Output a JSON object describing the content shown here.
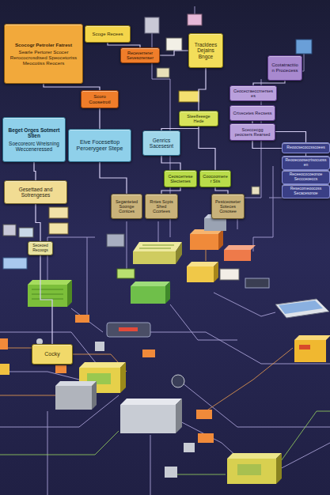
{
  "diagram": {
    "nodes": [
      {
        "text": [
          "Scocogr Petroler Fatrest",
          "Searle Pertorer Scocer Rerococrosdtsed Speocetoriss Meocotiss Reocers"
        ]
      },
      {
        "text": [
          "Scoge Recees"
        ]
      },
      {
        "text": [
          "Receverrerer Sevesorenser"
        ]
      },
      {
        "text": [
          "Tracldees Dejains Bngce"
        ]
      },
      {
        "text": [
          "Ccotatracttion Procecess"
        ]
      },
      {
        "text": [
          "Ceocecraeccmerseses"
        ]
      },
      {
        "text": [
          "Crtvecetes Recsess"
        ]
      },
      {
        "text": [
          "Sceccecgg peocsers Rearsed"
        ]
      },
      {
        "text": [
          "Scoro Coosetrotl"
        ]
      },
      {
        "text": [
          "Beget Orges Sotmert Stien",
          "Soecoreorc Wreisning Wecceneressed"
        ]
      },
      {
        "text": [
          "Eive Focesettop Peroerygeer Stepe"
        ]
      },
      {
        "text": [
          "Genrics Sacesesnt"
        ]
      },
      {
        "text": [
          "Steelfeeege Hede"
        ]
      },
      {
        "text": [
          "Reoocsecoccsscoees"
        ]
      },
      {
        "text": [
          "Reooecoosecrtsocuossen"
        ]
      },
      {
        "text": [
          "Receeococoeonoe Seccceoeccs"
        ]
      },
      {
        "text": [
          "Resecomeoocoss Secacesonoe"
        ]
      },
      {
        "text": [
          "Ceoscerrese Slectemes"
        ]
      },
      {
        "text": [
          "Coocoomerer Stis"
        ]
      },
      {
        "text": [
          "Seganteted Soonge Contces"
        ]
      },
      {
        "text": [
          "Rntes Scpts Shed Ccortees"
        ]
      },
      {
        "text": [
          "Pestceoseter Soteces Cososee"
        ]
      },
      {
        "text": [
          "Gesettaed and Sotrengeses"
        ]
      },
      {
        "text": [
          "Seceoed Recoogs"
        ]
      },
      {
        "text": [
          "Cocky"
        ]
      }
    ],
    "edges": [
      {
        "from": 0,
        "to": 8,
        "arrow": "none"
      },
      {
        "from": 1,
        "to": 2,
        "arrow": "none"
      },
      {
        "from": 2,
        "to": 3,
        "arrow": "none"
      },
      {
        "from": 8,
        "to": 10,
        "arrow": "none"
      },
      {
        "from": 3,
        "to": 12,
        "arrow": "none"
      },
      {
        "from": 12,
        "to": 11,
        "arrow": "none"
      },
      {
        "from": 11,
        "to": 17,
        "arrow": "none"
      },
      {
        "from": 12,
        "to": 18,
        "arrow": "none"
      },
      {
        "from": 4,
        "to": 5,
        "arrow": "none"
      },
      {
        "from": 6,
        "to": 13,
        "arrow": "none"
      },
      {
        "from": 7,
        "to": 14,
        "arrow": "none"
      },
      {
        "from": 10,
        "to": 19,
        "arrow": "none"
      },
      {
        "from": 17,
        "to": 20,
        "arrow": "none"
      },
      {
        "from": 18,
        "to": 21,
        "arrow": "none"
      },
      {
        "from": 9,
        "to": 22,
        "arrow": "none"
      },
      {
        "from": 22,
        "to": 23,
        "arrow": "none"
      },
      {
        "from": 23,
        "to": 24,
        "arrow": "none"
      }
    ]
  }
}
